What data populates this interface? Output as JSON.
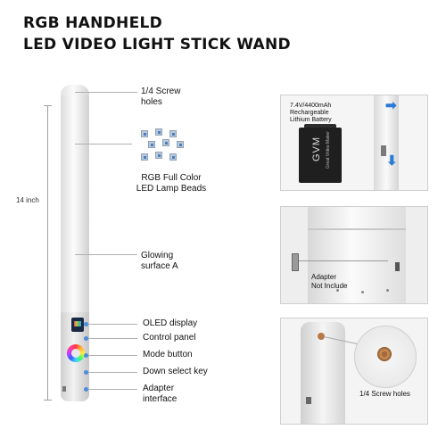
{
  "title": {
    "line1": "RGB HANDHELD",
    "line2": "LED VIDEO LIGHT STICK WAND"
  },
  "measurement": {
    "length_label": "14 inch"
  },
  "callouts": [
    {
      "label": "1/4 Screw\nholes"
    },
    {
      "label": "RGB Full Color\nLED Lamp Beads"
    },
    {
      "label": "Glowing\nsurface A"
    },
    {
      "label": "OLED display"
    },
    {
      "label": "Control panel"
    },
    {
      "label": "Mode button"
    },
    {
      "label": "Down select key"
    },
    {
      "label": "Adapter\ninterface"
    }
  ],
  "panels": {
    "battery": {
      "label": "7.4V/4400mAh\nRechargeable\nLithium Battery",
      "brand": "GVM",
      "brand_sub": "Great Video Maker"
    },
    "adapter": {
      "label": "Adapter\nNot Include"
    },
    "screw": {
      "label": "1/4 Screw holes"
    }
  },
  "colors": {
    "accent_blue": "#2a79d6",
    "dot_blue": "#4a8ed8"
  }
}
